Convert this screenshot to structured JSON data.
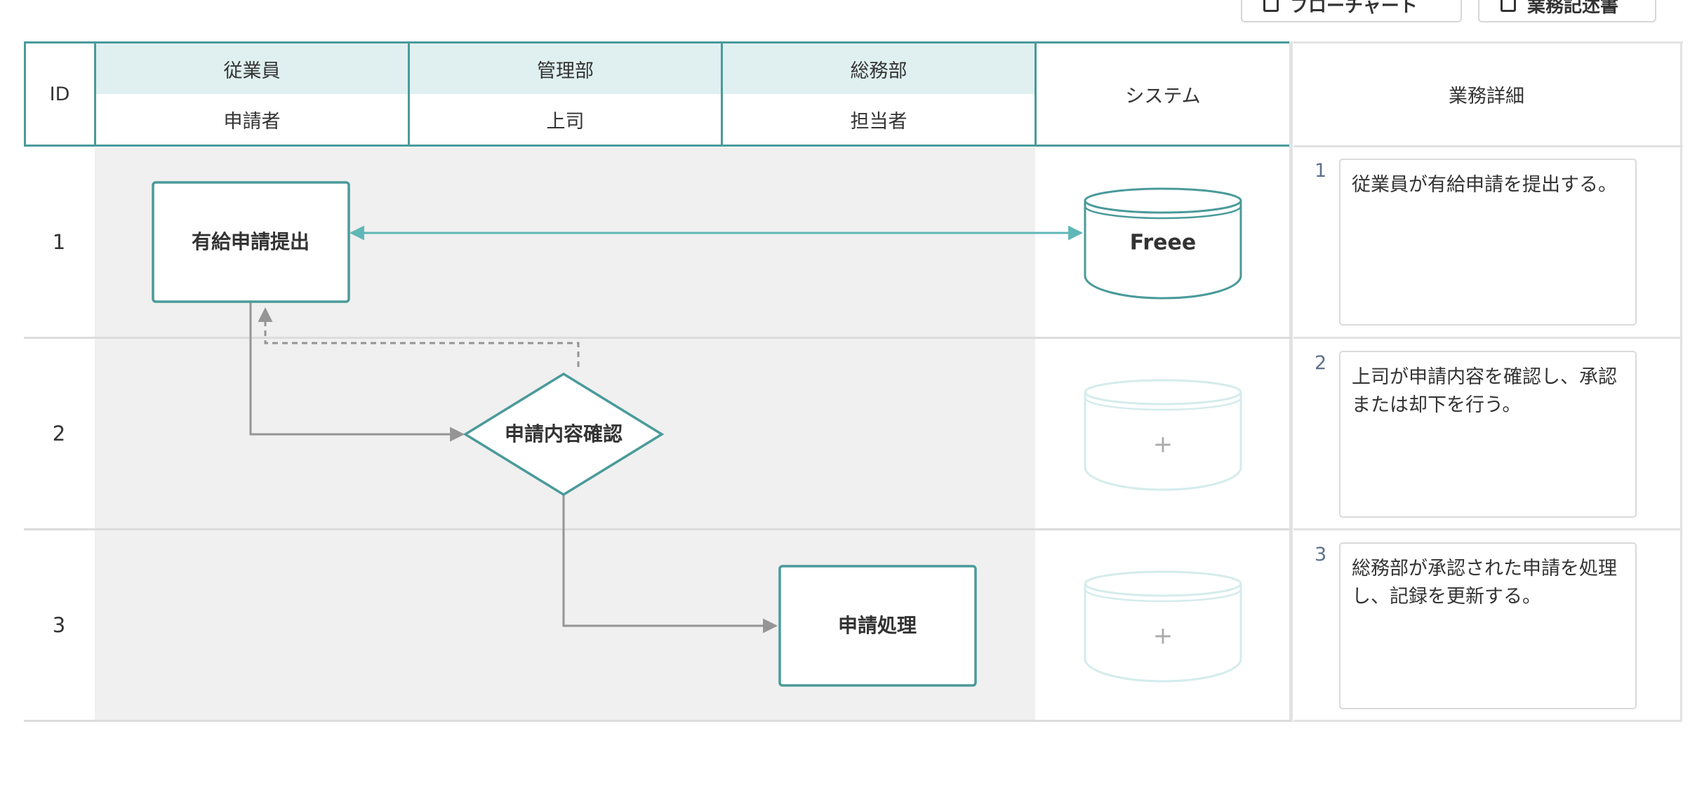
{
  "toolbar": {
    "flowchart_label": "フローチャート",
    "manual_label": "業務記述書"
  },
  "header": {
    "id_label": "ID",
    "lanes": [
      {
        "department": "従業員",
        "role": "申請者"
      },
      {
        "department": "管理部",
        "role": "上司"
      },
      {
        "department": "総務部",
        "role": "担当者"
      }
    ],
    "system_label": "システム",
    "details_label": "業務詳細"
  },
  "rows": [
    {
      "id": "1",
      "detail_no": "1",
      "detail": "従業員が有給申請を提出する。"
    },
    {
      "id": "2",
      "detail_no": "2",
      "detail": "上司が申請内容を確認し、承認または却下を行う。"
    },
    {
      "id": "3",
      "detail_no": "3",
      "detail": "総務部が承認された申請を処理し、記録を更新する。"
    }
  ],
  "nodes": {
    "step1": "有給申請提出",
    "step2": "申請内容確認",
    "step3": "申請処理"
  },
  "systems": {
    "db1": "Freee",
    "add_symbol": "+"
  },
  "colors": {
    "accent": "#4a9a9a",
    "arrow_bidirectional": "#5fb7b7",
    "arrow_gray": "#959595",
    "lane_bg": "#eff0ef",
    "header_teal": "#e0f0f0"
  }
}
